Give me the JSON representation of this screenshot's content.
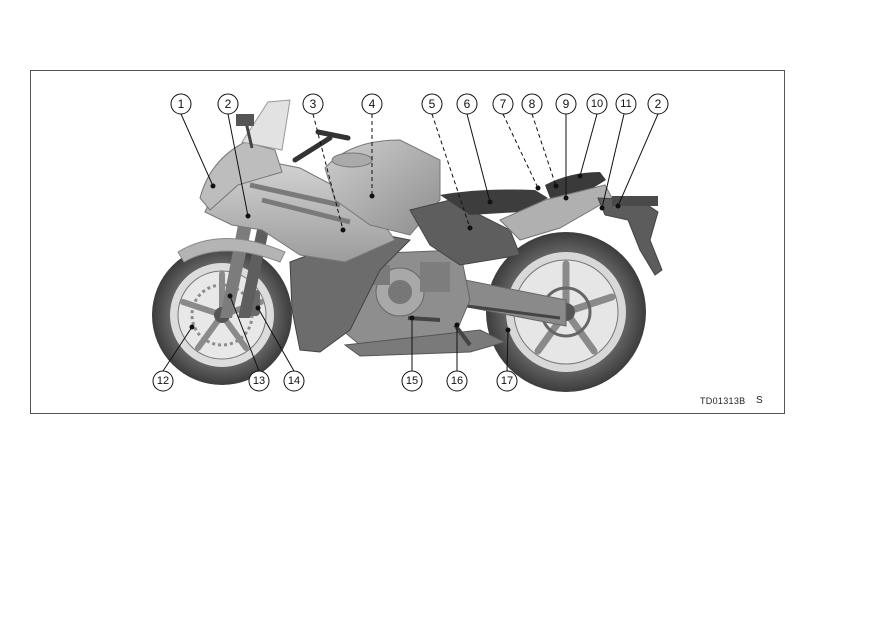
{
  "figure": {
    "code": "TD01313B",
    "page_marker": "S",
    "callouts": [
      "1",
      "2",
      "3",
      "4",
      "5",
      "6",
      "7",
      "8",
      "9",
      "10",
      "11",
      "2",
      "12",
      "13",
      "14",
      "15",
      "16",
      "17"
    ]
  },
  "colors": {
    "frame": "#555555",
    "body_dark": "#6e6e6e",
    "body_mid": "#9a9a9a",
    "body_light": "#c9c9c9",
    "tire": "#4a4a4a",
    "line": "#111111"
  },
  "icons": [
    "motorcycle-illustration"
  ]
}
